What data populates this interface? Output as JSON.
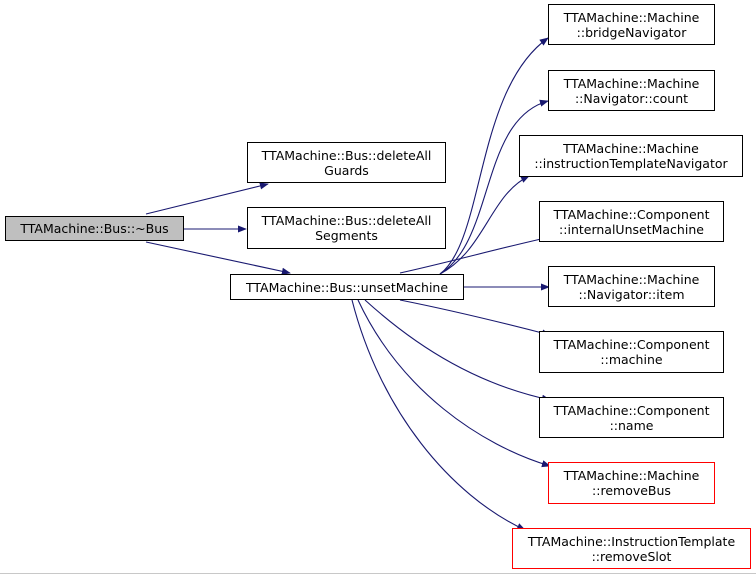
{
  "colors": {
    "edge": "#191970",
    "root_fill": "#bfbfbf",
    "warn_border": "#ff0000"
  },
  "nodes": {
    "root": {
      "line1": "TTAMachine::Bus::~Bus"
    },
    "guards": {
      "line1": "TTAMachine::Bus::deleteAll",
      "line2": "Guards"
    },
    "segments": {
      "line1": "TTAMachine::Bus::deleteAll",
      "line2": "Segments"
    },
    "unset": {
      "line1": "TTAMachine::Bus::unsetMachine"
    },
    "bridge": {
      "line1": "TTAMachine::Machine",
      "line2": "::bridgeNavigator"
    },
    "count": {
      "line1": "TTAMachine::Machine",
      "line2": "::Navigator::count"
    },
    "itnav": {
      "line1": "TTAMachine::Machine",
      "line2": "::instructionTemplateNavigator"
    },
    "ium": {
      "line1": "TTAMachine::Component",
      "line2": "::internalUnsetMachine"
    },
    "item": {
      "line1": "TTAMachine::Machine",
      "line2": "::Navigator::item"
    },
    "cmachine": {
      "line1": "TTAMachine::Component",
      "line2": "::machine"
    },
    "cname": {
      "line1": "TTAMachine::Component",
      "line2": "::name"
    },
    "rbus": {
      "line1": "TTAMachine::Machine",
      "line2": "::removeBus"
    },
    "rslot": {
      "line1": "TTAMachine::InstructionTemplate",
      "line2": "::removeSlot"
    }
  },
  "edges": [
    {
      "from": "root",
      "to": "guards"
    },
    {
      "from": "root",
      "to": "segments"
    },
    {
      "from": "root",
      "to": "unset"
    },
    {
      "from": "unset",
      "to": "bridge"
    },
    {
      "from": "unset",
      "to": "count"
    },
    {
      "from": "unset",
      "to": "itnav"
    },
    {
      "from": "unset",
      "to": "ium"
    },
    {
      "from": "unset",
      "to": "item"
    },
    {
      "from": "unset",
      "to": "cmachine"
    },
    {
      "from": "unset",
      "to": "cname"
    },
    {
      "from": "unset",
      "to": "rbus"
    },
    {
      "from": "unset",
      "to": "rslot"
    }
  ]
}
